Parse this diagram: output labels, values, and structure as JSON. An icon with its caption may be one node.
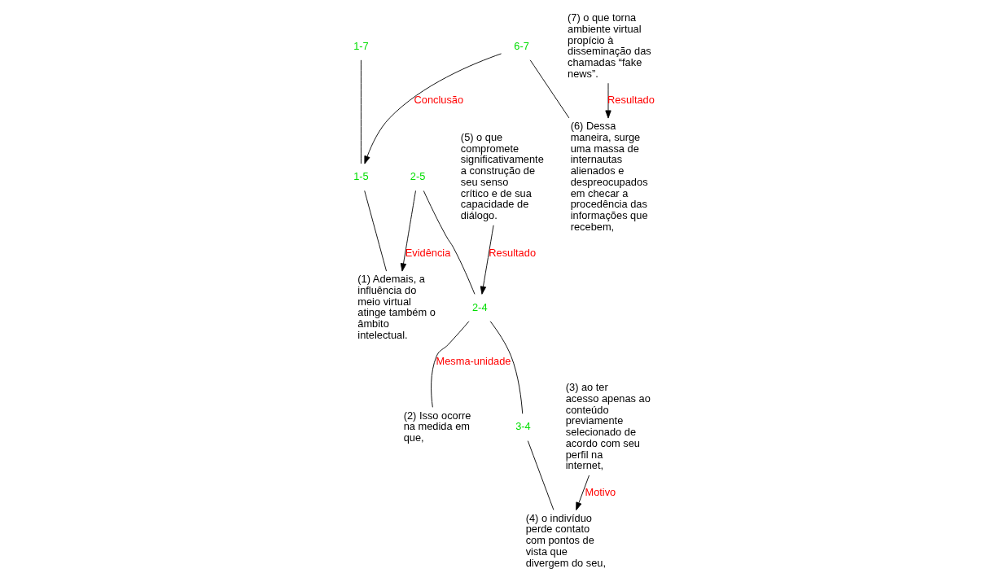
{
  "diagram": {
    "nodes": [
      {
        "text": [
          "1-7"
        ]
      },
      {
        "text": [
          "1-5"
        ]
      },
      {
        "text": [
          "6-7"
        ]
      },
      {
        "text": [
          "(1) Ademais, a influência do meio virtual atinge também o âmbito intelectual."
        ]
      },
      {
        "text": [
          "2-5"
        ]
      },
      {
        "text": [
          "2-4"
        ]
      },
      {
        "text": [
          "(5) o que compromete significativamente a construção de seu senso crítico e de sua capacidade de diálogo."
        ]
      },
      {
        "text": [
          "(2) Isso ocorre na medida em que,"
        ]
      },
      {
        "text": [
          "3-4"
        ]
      },
      {
        "text": [
          "(3) ao ter acesso apenas ao conteúdo previamente selecionado de acordo com seu perfil na internet,"
        ]
      },
      {
        "text": [
          "(4) o indivíduo perde contato com pontos de vista que divergem do seu,"
        ]
      },
      {
        "text": [
          "(6) Dessa maneira, surge uma massa de internautas alienados e despreocupados em checar a procedência das informações que recebem,"
        ]
      },
      {
        "text": [
          "(7) o que torna ambiente virtual propício à disseminação das chamadas “fake news”."
        ]
      }
    ],
    "edges": [
      {
        "from": 0,
        "to": 1,
        "arrow": "none"
      },
      {
        "from": 2,
        "to": 1,
        "arrow": "to",
        "label": "Conclusão"
      },
      {
        "from": 1,
        "to": 3,
        "arrow": "none"
      },
      {
        "from": 4,
        "to": 3,
        "arrow": "to",
        "label": "Evidência"
      },
      {
        "from": 4,
        "to": 5,
        "arrow": "none"
      },
      {
        "from": 6,
        "to": 5,
        "arrow": "to",
        "label": "Resultado"
      },
      {
        "from": 5,
        "to": 7,
        "arrow": "none",
        "label": "Mesma-unidade"
      },
      {
        "from": 5,
        "to": 8,
        "arrow": "none"
      },
      {
        "from": 8,
        "to": 10,
        "arrow": "none"
      },
      {
        "from": 9,
        "to": 10,
        "arrow": "to",
        "label": "Motivo"
      },
      {
        "from": 2,
        "to": 11,
        "arrow": "none"
      },
      {
        "from": 12,
        "to": 11,
        "arrow": "to",
        "label": "Resultado"
      }
    ]
  }
}
